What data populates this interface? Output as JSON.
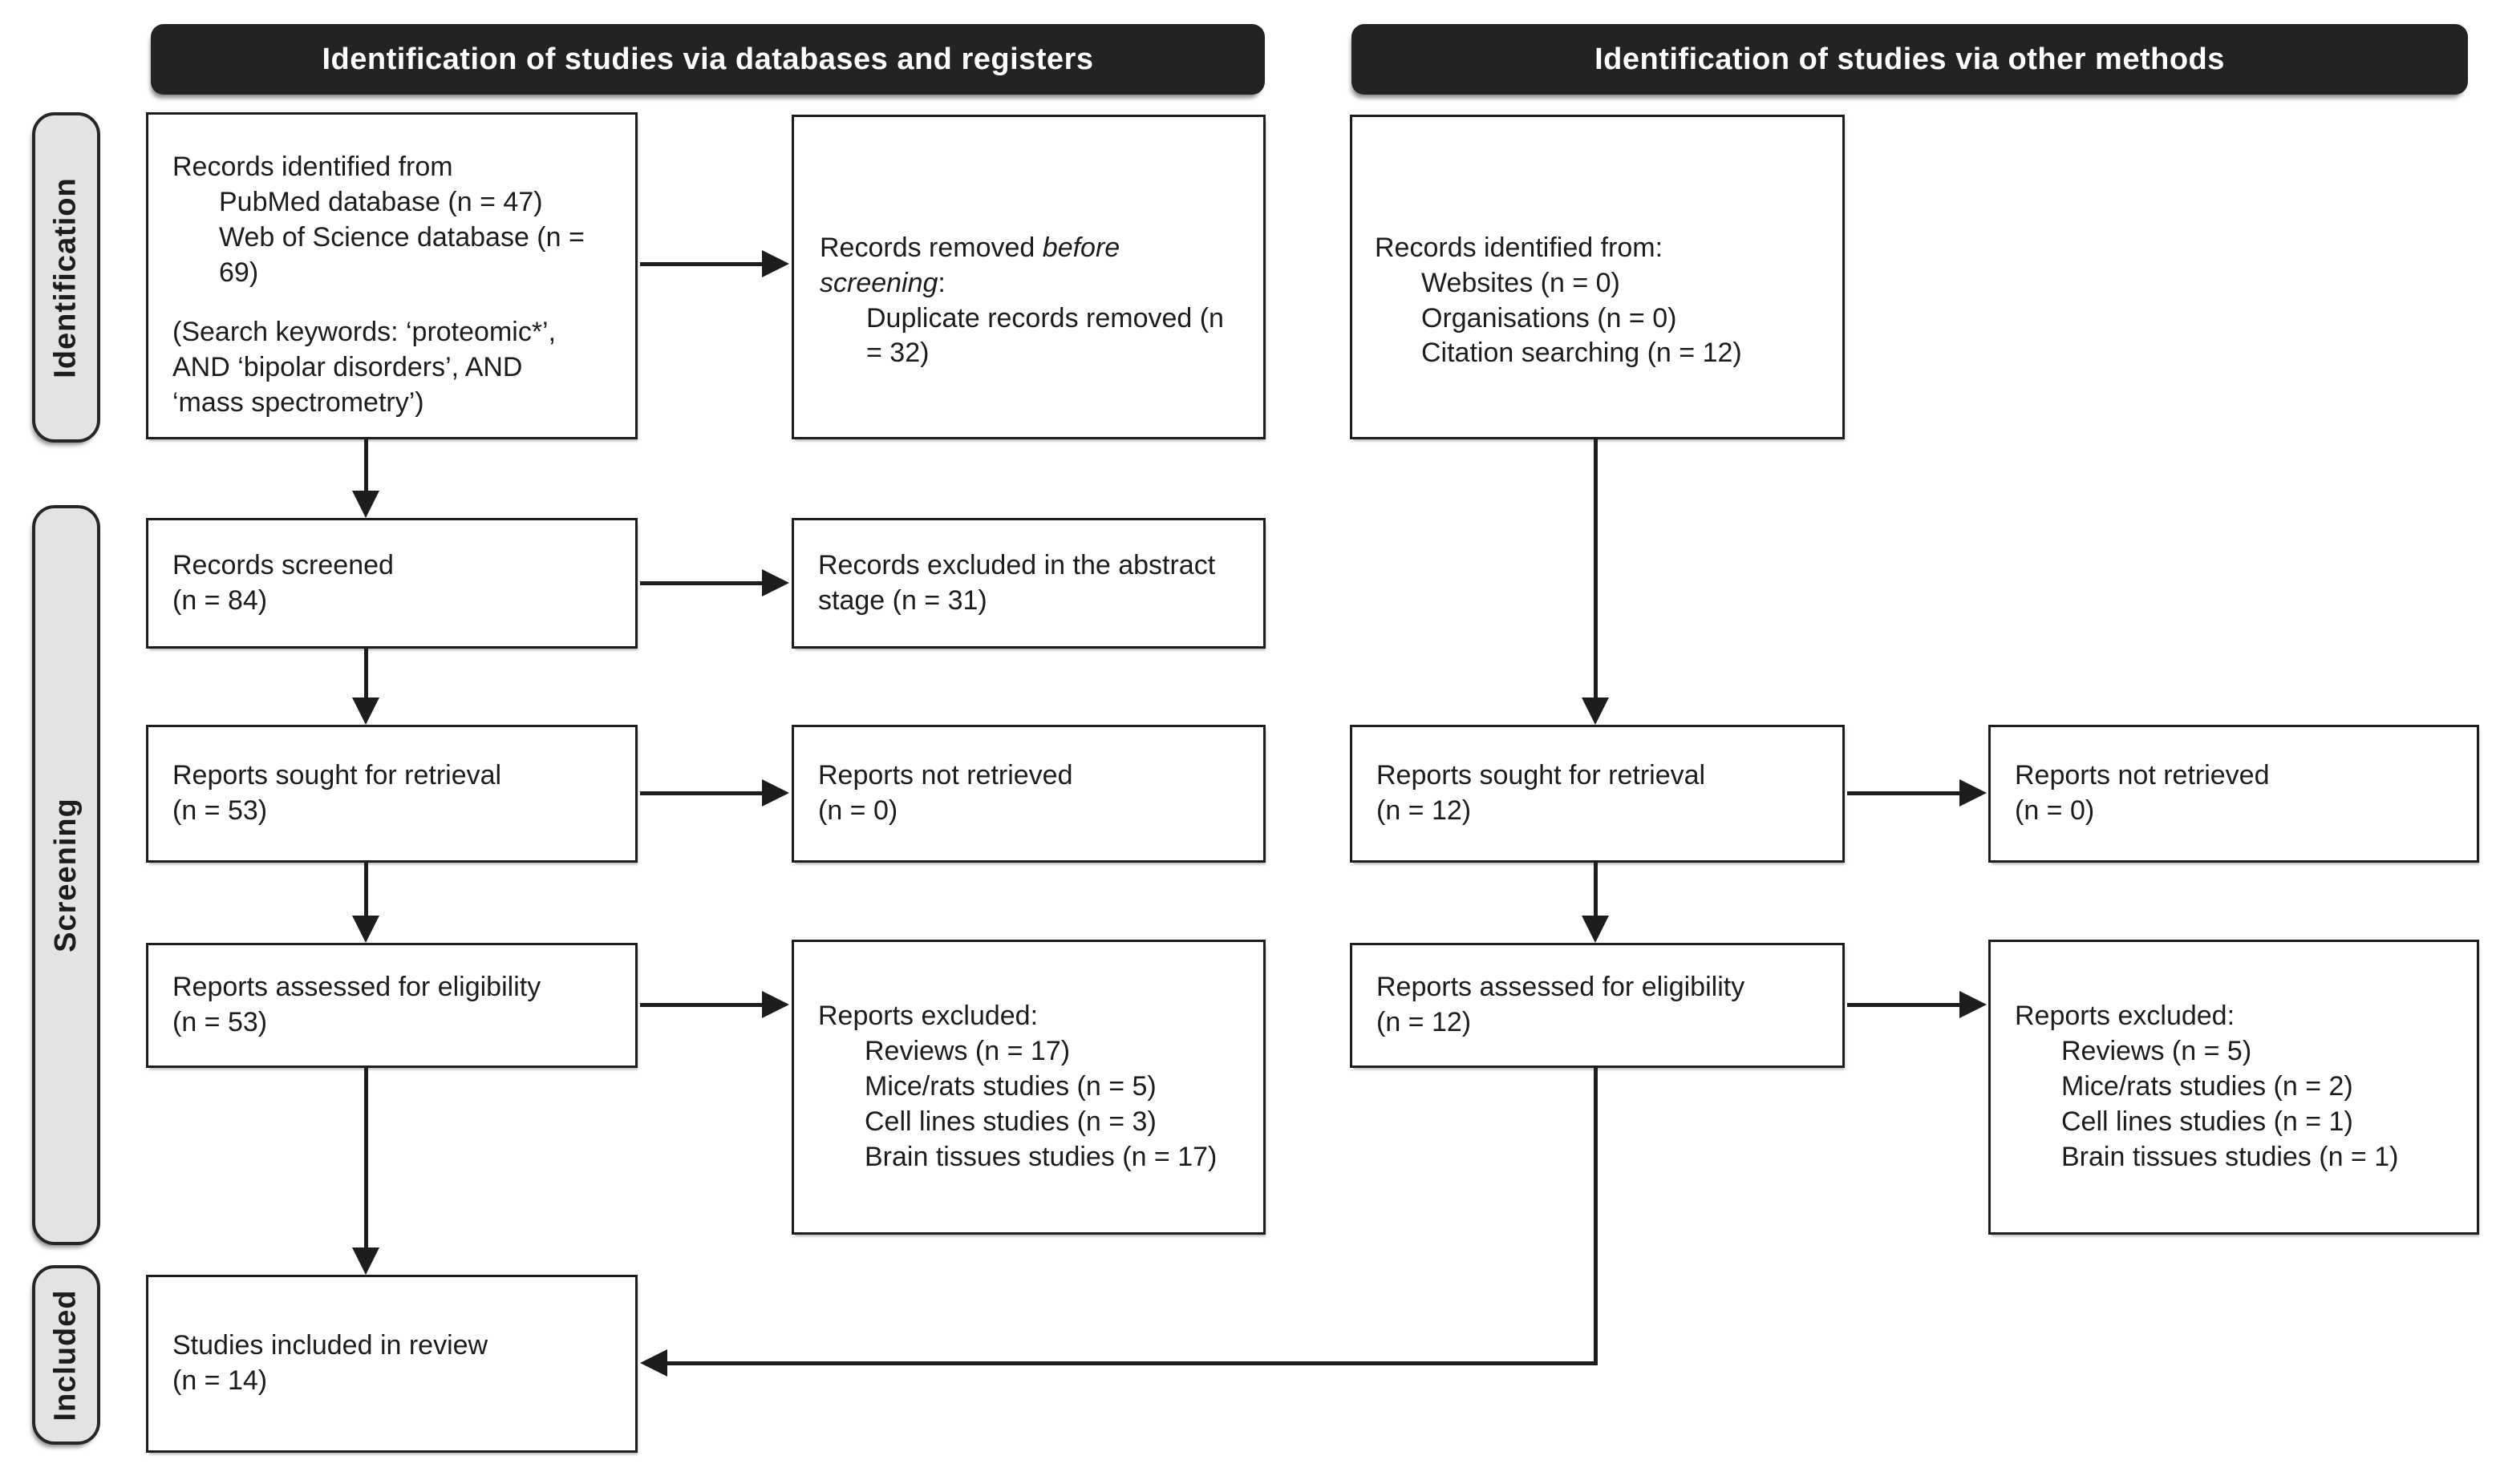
{
  "headers": {
    "databases": "Identification of studies via databases and registers",
    "other_methods": "Identification of studies via other methods"
  },
  "stages": {
    "identification": "Identification",
    "screening": "Screening",
    "included": "Included"
  },
  "boxes": {
    "records_identified_db": {
      "title": "Records identified from",
      "pubmed": "PubMed database (n = 47)",
      "web_of_science": "Web of Science database (n = 69)",
      "keywords": "(Search keywords: ‘proteomic*’, AND ‘bipolar disorders’, AND ‘mass spectrometry’)"
    },
    "records_removed": {
      "prefix": "Records removed ",
      "italic": "before screening",
      "suffix": ":",
      "duplicates": "Duplicate records removed (n = 32)"
    },
    "records_identified_other": {
      "title": "Records identified from:",
      "websites": "Websites (n = 0)",
      "organisations": "Organisations (n = 0)",
      "citation": "Citation searching (n = 12)"
    },
    "records_screened": {
      "line1": "Records screened",
      "line2": "(n = 84)"
    },
    "records_excluded_abstract": {
      "line1": "Records excluded in the abstract stage (n = 31)"
    },
    "reports_sought_db": {
      "line1": "Reports sought for retrieval",
      "line2": "(n = 53)"
    },
    "reports_not_retrieved_db": {
      "line1": "Reports not retrieved",
      "line2": "(n = 0)"
    },
    "reports_sought_other": {
      "line1": "Reports sought for retrieval",
      "line2": "(n = 12)"
    },
    "reports_not_retrieved_other": {
      "line1": "Reports not retrieved",
      "line2": "(n = 0)"
    },
    "reports_assessed_db": {
      "line1": "Reports assessed for eligibility",
      "line2": "(n = 53)"
    },
    "reports_excluded_db": {
      "title": "Reports excluded:",
      "reviews": "Reviews (n = 17)",
      "mice_rats": "Mice/rats studies (n = 5)",
      "cell_lines": "Cell lines studies (n = 3)",
      "brain_tissues": "Brain tissues studies (n = 17)"
    },
    "reports_assessed_other": {
      "line1": "Reports assessed for eligibility",
      "line2": "(n = 12)"
    },
    "reports_excluded_other": {
      "title": "Reports excluded:",
      "reviews": "Reviews (n = 5)",
      "mice_rats": "Mice/rats studies (n = 2)",
      "cell_lines": "Cell lines studies (n = 1)",
      "brain_tissues": "Brain tissues studies (n = 1)"
    },
    "studies_included": {
      "line1": "Studies included in review",
      "line2": "(n = 14)"
    }
  },
  "colors": {
    "header_bg": "#232323",
    "header_text": "#ffffff",
    "stage_bg": "#e3e3e3",
    "box_border": "#1d1d1d",
    "line": "#1d1d1d",
    "background": "#ffffff"
  }
}
